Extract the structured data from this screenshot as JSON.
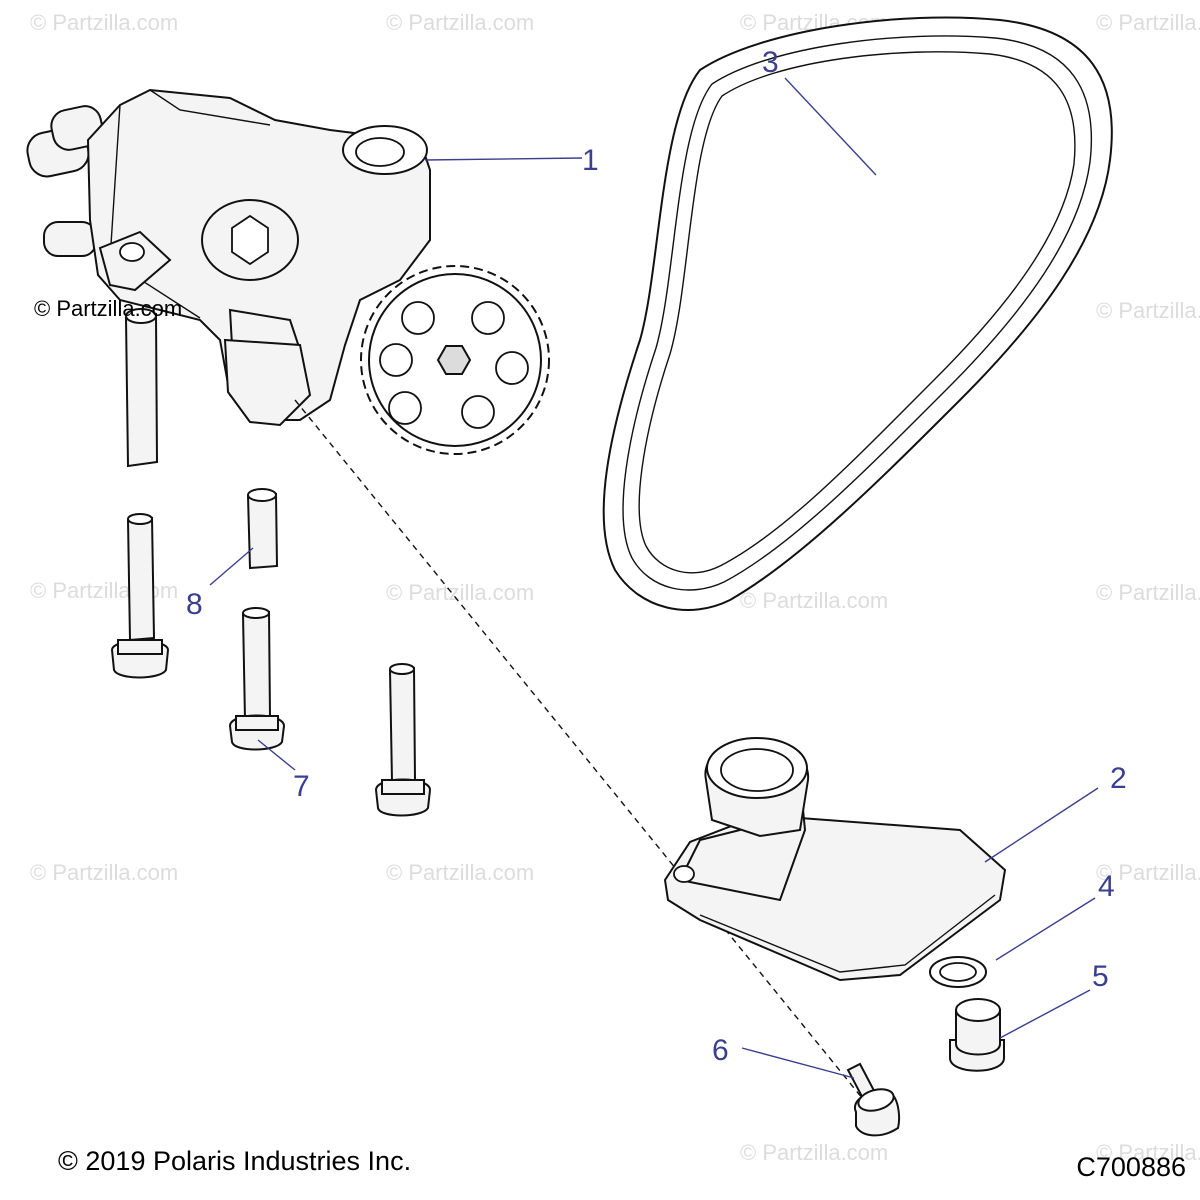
{
  "diagram": {
    "callouts": [
      "1",
      "2",
      "3",
      "4",
      "5",
      "6",
      "7",
      "8"
    ],
    "watermark": "© Partzilla.com",
    "site_mark": "© Partzilla.com",
    "copyright": "© 2019 Polaris Industries Inc.",
    "drawing_code": "C700886",
    "line_color": "#111111",
    "callout_color": "#3a3f8f"
  }
}
